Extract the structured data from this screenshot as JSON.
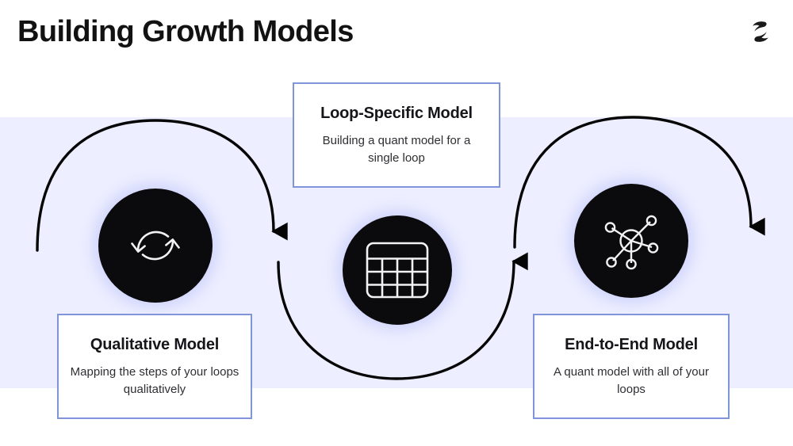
{
  "slide": {
    "title": "Building Growth Models",
    "background_color": "#ffffff",
    "band_color": "#edeeff",
    "accent_border_color": "#8094d9",
    "circle_color": "#0b0b0d",
    "logo_name": "reforge-logo"
  },
  "stages": [
    {
      "id": "qualitative",
      "icon": "loop-refresh-icon",
      "title": "Qualitative Model",
      "description": "Mapping the steps of your loops qualitatively"
    },
    {
      "id": "loop-specific",
      "icon": "spreadsheet-grid-icon",
      "title": "Loop-Specific Model",
      "description": "Building a quant model for a single loop"
    },
    {
      "id": "end-to-end",
      "icon": "network-hub-icon",
      "title": "End-to-End Model",
      "description": "A quant model with all of your loops"
    }
  ],
  "connectors": [
    {
      "id": "arrow-1",
      "from": "start",
      "to": "qualitative-to-loop",
      "direction": "over-arc-right"
    },
    {
      "id": "arrow-2",
      "from": "loop-specific",
      "to": "end-to-end",
      "direction": "under-arc-right"
    },
    {
      "id": "arrow-3",
      "from": "end-to-end",
      "to": "end",
      "direction": "over-arc-right"
    }
  ]
}
